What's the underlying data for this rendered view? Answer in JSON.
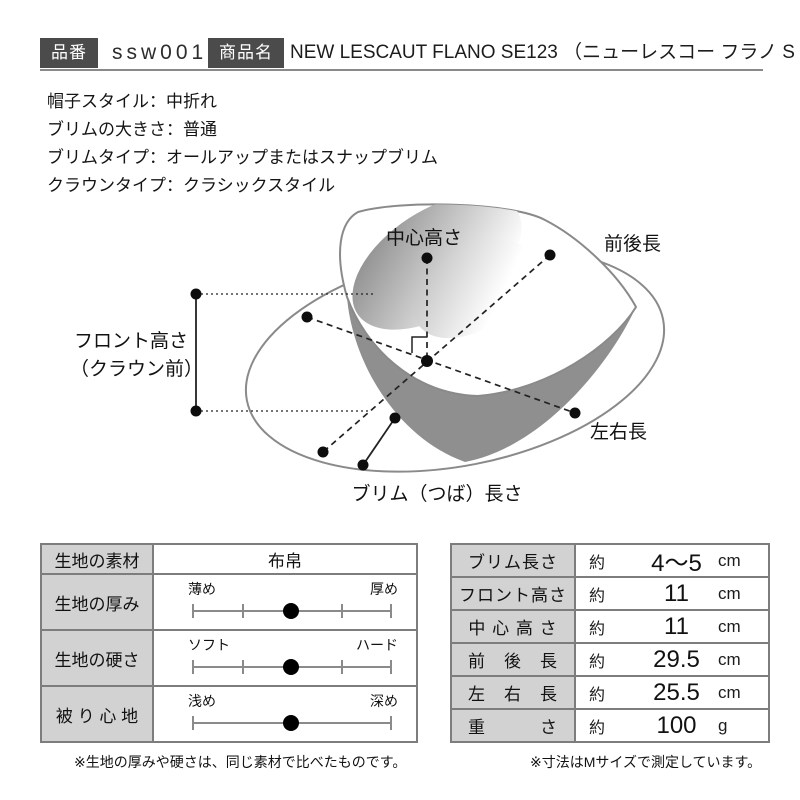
{
  "header": {
    "item_no_label": "品番",
    "item_no": "ssw001",
    "name_label": "商品名",
    "product_name": "NEW LESCAUT FLANO SE123 （ニューレスコー フラノ S"
  },
  "specs": {
    "line1": "帽子スタイル：中折れ",
    "line2": "ブリムの大きさ：普通",
    "line3": "ブリムタイプ：オールアップまたはスナップブリム",
    "line4": "クラウンタイプ：クラシックスタイル"
  },
  "diagram": {
    "center_height": "中心高さ",
    "front_back": "前後長",
    "front_height_line1": "フロント高さ",
    "front_height_line2": "（クラウン前）",
    "left_right": "左右長",
    "brim_length": "ブリム（つば）長さ"
  },
  "fabric_table": {
    "rows": [
      {
        "label": "生地の素材",
        "type": "text",
        "value": "布帛"
      },
      {
        "label": "生地の厚み",
        "type": "slider",
        "min": "薄め",
        "max": "厚め",
        "position": 0.5,
        "ticks": 5
      },
      {
        "label": "生地の硬さ",
        "type": "slider",
        "min": "ソフト",
        "max": "ハード",
        "position": 0.5,
        "ticks": 5
      },
      {
        "label": "被 り 心 地",
        "type": "slider",
        "min": "浅め",
        "max": "深め",
        "position": 0.5,
        "ticks": 2
      }
    ],
    "note": "※生地の厚みや硬さは、同じ素材で比べたものです。"
  },
  "size_table": {
    "rows": [
      {
        "label": "ブリム長さ",
        "approx": "約",
        "value": "4〜5",
        "unit": "cm"
      },
      {
        "label": "フロント高さ",
        "approx": "約",
        "value": "11",
        "unit": "cm"
      },
      {
        "label": "中 心 高 さ",
        "approx": "約",
        "value": "11",
        "unit": "cm"
      },
      {
        "label": "前　後　長",
        "approx": "約",
        "value": "29.5",
        "unit": "cm"
      },
      {
        "label": "左　右　長",
        "approx": "約",
        "value": "25.5",
        "unit": "cm"
      },
      {
        "label": "重　　　さ",
        "approx": "約",
        "value": "100",
        "unit": "g"
      }
    ],
    "note": "※寸法はMサイズで測定しています。"
  },
  "colors": {
    "badge_bg": "#4b4b4b",
    "table_label_bg": "#d2d2d2",
    "table_border": "#7d7d7d",
    "hat_band": "#8f8f8f",
    "hat_outline": "#8a8a8a",
    "measure_line": "#222222"
  }
}
